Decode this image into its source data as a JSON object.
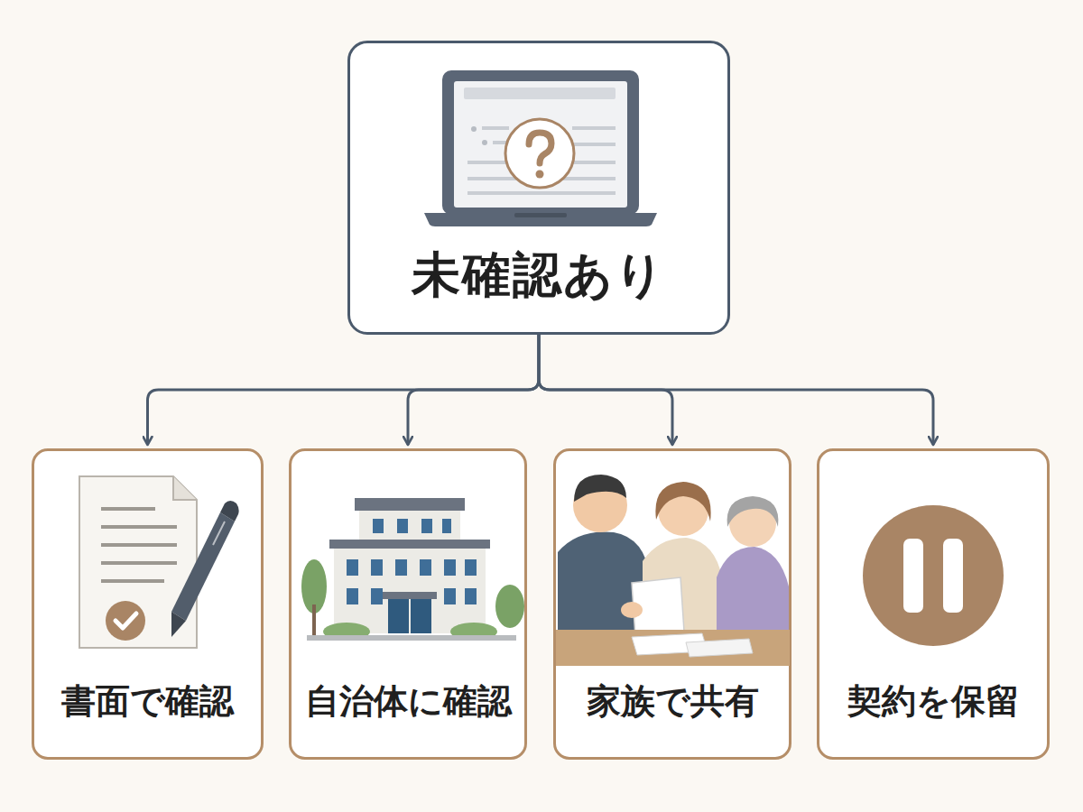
{
  "diagram": {
    "nodes": [
      {
        "text": [
          "未確認あり"
        ]
      },
      {
        "text": [
          "書面で確認"
        ]
      },
      {
        "text": [
          "自治体に確認"
        ]
      },
      {
        "text": [
          "家族で共有"
        ]
      },
      {
        "text": [
          "契約を保留"
        ]
      }
    ],
    "edges": [
      {
        "from": 0,
        "to": 1,
        "arrow": "to"
      },
      {
        "from": 0,
        "to": 2,
        "arrow": "to"
      },
      {
        "from": 0,
        "to": 3,
        "arrow": "to"
      },
      {
        "from": 0,
        "to": 4,
        "arrow": "to"
      }
    ]
  }
}
